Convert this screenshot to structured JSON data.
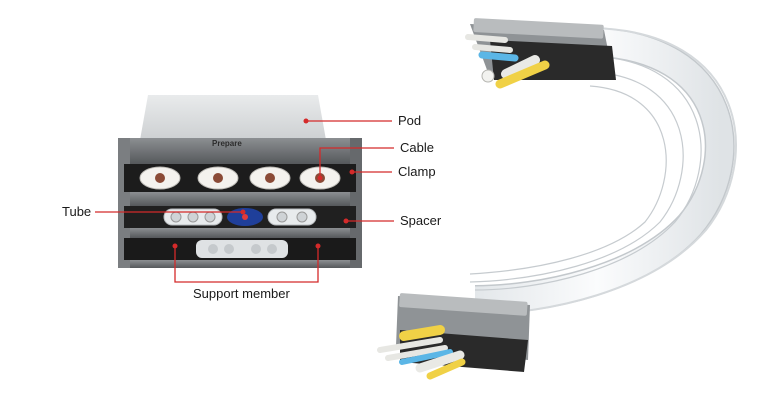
{
  "labels": {
    "pod": "Pod",
    "cable": "Cable",
    "clamp": "Clamp",
    "tube": "Tube",
    "spacer": "Spacer",
    "support_member": "Support member"
  },
  "colors": {
    "leader": "#d42a2a",
    "dot": "#d42a2a",
    "pod": "#dadcdd",
    "frame": "#6e7174",
    "clamp": "#1b1b1b",
    "ribbon": "#f1f3f4"
  },
  "brand_mark": "Prepare"
}
